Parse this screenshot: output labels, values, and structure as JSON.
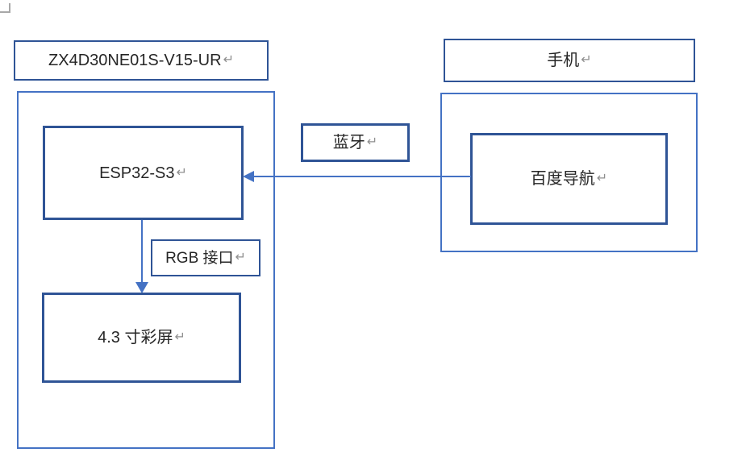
{
  "colors": {
    "container_border": "#4472C4",
    "box_border": "#2F5496",
    "arrow": "#4472C4",
    "text": "#262626",
    "return_mark": "#8f8f8f",
    "corner_mark": "#a8a8a8",
    "background": "#ffffff"
  },
  "diagram": {
    "return_mark": "↵",
    "left_group": {
      "title_box": {
        "label": "ZX4D30NE01S-V15-UR"
      },
      "esp32_box": {
        "label": "ESP32-S3"
      },
      "rgb_box": {
        "label": "RGB 接口"
      },
      "screen_box": {
        "label": "4.3 寸彩屏"
      }
    },
    "right_group": {
      "title_box": {
        "label": "手机"
      },
      "baidu_box": {
        "label": "百度导航"
      }
    },
    "bluetooth_box": {
      "label": "蓝牙"
    },
    "connections": [
      {
        "from": "百度导航",
        "to": "ESP32-S3",
        "label": "蓝牙",
        "direction": "left"
      },
      {
        "from": "ESP32-S3",
        "to": "4.3 寸彩屏",
        "label": "RGB 接口",
        "direction": "down"
      }
    ]
  }
}
